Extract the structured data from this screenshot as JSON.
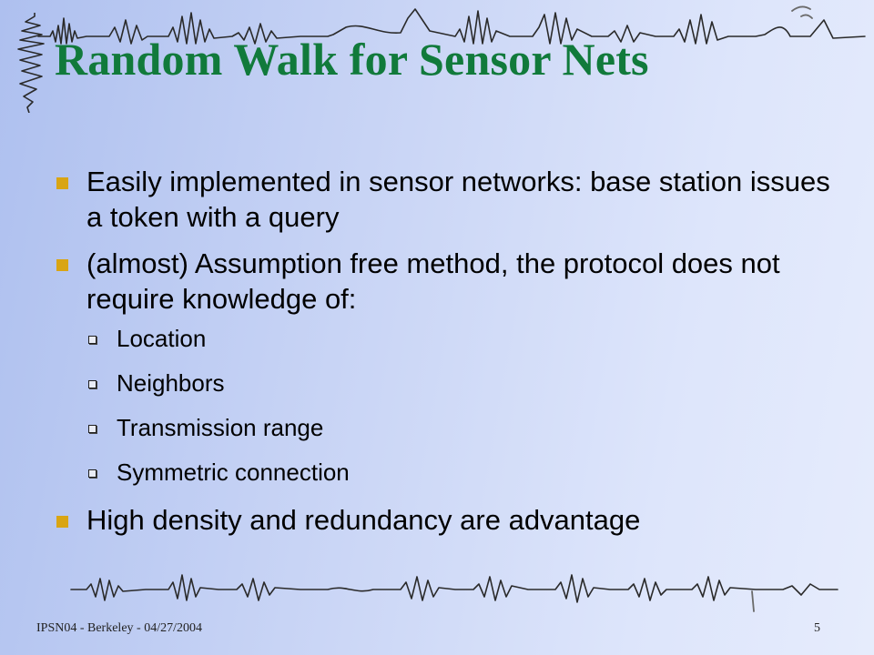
{
  "slide": {
    "title": "Random Walk for Sensor Nets",
    "bullets": [
      {
        "text": "Easily implemented in sensor networks: base station issues a token with a query"
      },
      {
        "text": "(almost) Assumption free method, the protocol does not require knowledge of:",
        "sub_items": [
          "Location",
          "Neighbors",
          "Transmission range",
          "Symmetric connection"
        ]
      },
      {
        "text": "High density and redundancy are advantage"
      }
    ],
    "footer": {
      "left": "IPSN04 - Berkeley - 04/27/2004",
      "page_number": "5"
    }
  },
  "colors": {
    "title": "#117a3b",
    "bullet_marker": "#d9a514",
    "background_start": "#aec0ef",
    "background_end": "#e6ecfc"
  },
  "icons": {
    "bullet_marker": "square-bullet-icon",
    "sub_bullet_marker": "hollow-box-bullet-icon"
  }
}
